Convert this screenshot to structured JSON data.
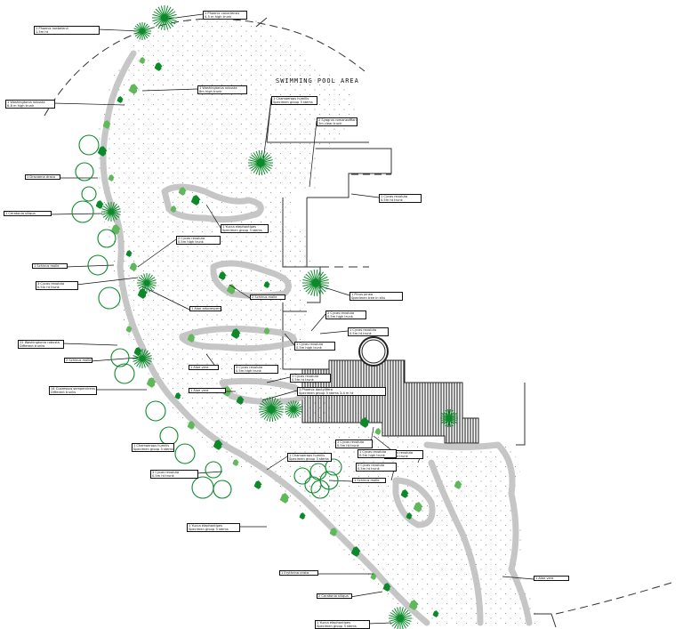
{
  "plan": {
    "area_title": "SWIMMING POOL AREA",
    "labels": [
      {
        "id": "l01",
        "lines": [
          "1 Phoenix roebelenii",
          "1.5m ht"
        ]
      },
      {
        "id": "l02",
        "lines": [
          "1 Phoenix canariensis",
          "4-5 m high trunk"
        ]
      },
      {
        "id": "l03",
        "lines": [
          "1 Washingtonia robusta",
          "8m high trunk"
        ]
      },
      {
        "id": "l04",
        "lines": [
          "1 Washingtonia robusta",
          "6-8 m high trunk"
        ]
      },
      {
        "id": "l05",
        "lines": [
          "1 Chamaerops humilis",
          "Specimen group 3 stems"
        ]
      },
      {
        "id": "l06",
        "lines": [
          "2 Syagrus romanzoffiana",
          "2m clear trunk"
        ]
      },
      {
        "id": "l07",
        "lines": [
          "1 Dracaena draco"
        ]
      },
      {
        "id": "l08",
        "lines": [
          "1 Ceratonia siliqua"
        ]
      },
      {
        "id": "l09",
        "lines": [
          "1 Cycas revoluta",
          "0.5m ht trunk"
        ]
      },
      {
        "id": "l10",
        "lines": [
          "1 Yucca elephantipes",
          "Specimen group 3 stems"
        ]
      },
      {
        "id": "l11",
        "lines": [
          "2 Cycas revoluta",
          "0.5m high trunk"
        ]
      },
      {
        "id": "l12",
        "lines": [
          "1 Schinus molle"
        ]
      },
      {
        "id": "l13",
        "lines": [
          "3 Cycas revoluta",
          "0.5m ht trunk"
        ]
      },
      {
        "id": "l14",
        "lines": [
          "1 Aloe arborescens"
        ]
      },
      {
        "id": "l15",
        "lines": [
          "1 Pinus pinea",
          "Specimen tree in situ"
        ]
      },
      {
        "id": "l16",
        "lines": [
          "2 Schinus molle"
        ]
      },
      {
        "id": "l17",
        "lines": [
          "2 Cycas revoluta",
          "0.5m high trunk"
        ]
      },
      {
        "id": "l18",
        "lines": [
          "22 Washingtonia robusta",
          "Different trunks"
        ]
      },
      {
        "id": "l19",
        "lines": [
          "2 Schinus molle"
        ]
      },
      {
        "id": "l20",
        "lines": [
          "1 Cycas revoluta",
          "0.5m ht trunk"
        ]
      },
      {
        "id": "l21",
        "lines": [
          "1 Cycas revoluta",
          "0.5m high trunk"
        ]
      },
      {
        "id": "l22",
        "lines": [
          "3 Cycas revoluta",
          "0.5m high trunk"
        ]
      },
      {
        "id": "l23",
        "lines": [
          "1 Aloe vera"
        ]
      },
      {
        "id": "l24",
        "lines": [
          "1 Cycas revoluta",
          "0.5m ht trunk"
        ]
      },
      {
        "id": "l25",
        "lines": [
          "14 Cupressus sempervirens",
          "Different trunks"
        ]
      },
      {
        "id": "l26",
        "lines": [
          "1 Chamaerops humilis",
          "Specimen group 3 stems"
        ]
      },
      {
        "id": "l27",
        "lines": [
          "1 Phoenix dactylifera",
          "Specimen group 3 stems 3-4 m ht"
        ]
      },
      {
        "id": "l28",
        "lines": [
          "1 Aloe vera"
        ]
      },
      {
        "id": "l29",
        "lines": [
          "1 Cycas revoluta",
          "0.5m ht trunk"
        ]
      },
      {
        "id": "l30",
        "lines": [
          "1 Cycas revoluta",
          "0.5m ht trunk"
        ]
      },
      {
        "id": "l31",
        "lines": [
          "1 Chamaerops humilis",
          "Specimen group 3 stems"
        ]
      },
      {
        "id": "l32",
        "lines": [
          "2 Cycas revoluta",
          "0.5m ht trunk"
        ]
      },
      {
        "id": "l33",
        "lines": [
          "3 Cycas revoluta",
          "0.5m ht trunk"
        ]
      },
      {
        "id": "l34",
        "lines": [
          "1 Cycas revoluta",
          "0.5m high trunk"
        ]
      },
      {
        "id": "l35",
        "lines": [
          "1 Schinus molle"
        ]
      },
      {
        "id": "l36",
        "lines": [
          "1 Yucca elephantipes",
          "Specimen group 3 stems"
        ]
      },
      {
        "id": "l37",
        "lines": [
          "1 Aloe vera"
        ]
      },
      {
        "id": "l38",
        "lines": [
          "1 Erythrina crista"
        ]
      },
      {
        "id": "l39",
        "lines": [
          "2 Ceratonia siliqua"
        ]
      },
      {
        "id": "l40",
        "lines": [
          "1 Yucca elephantipes",
          "Specimen group 3 stems"
        ]
      }
    ]
  },
  "colors": {
    "ink": "#111111",
    "plant_green": "#0c8a2a",
    "plant_light": "#5fb85a",
    "path_grey": "#b8b8b8",
    "hatch": "#333333"
  }
}
